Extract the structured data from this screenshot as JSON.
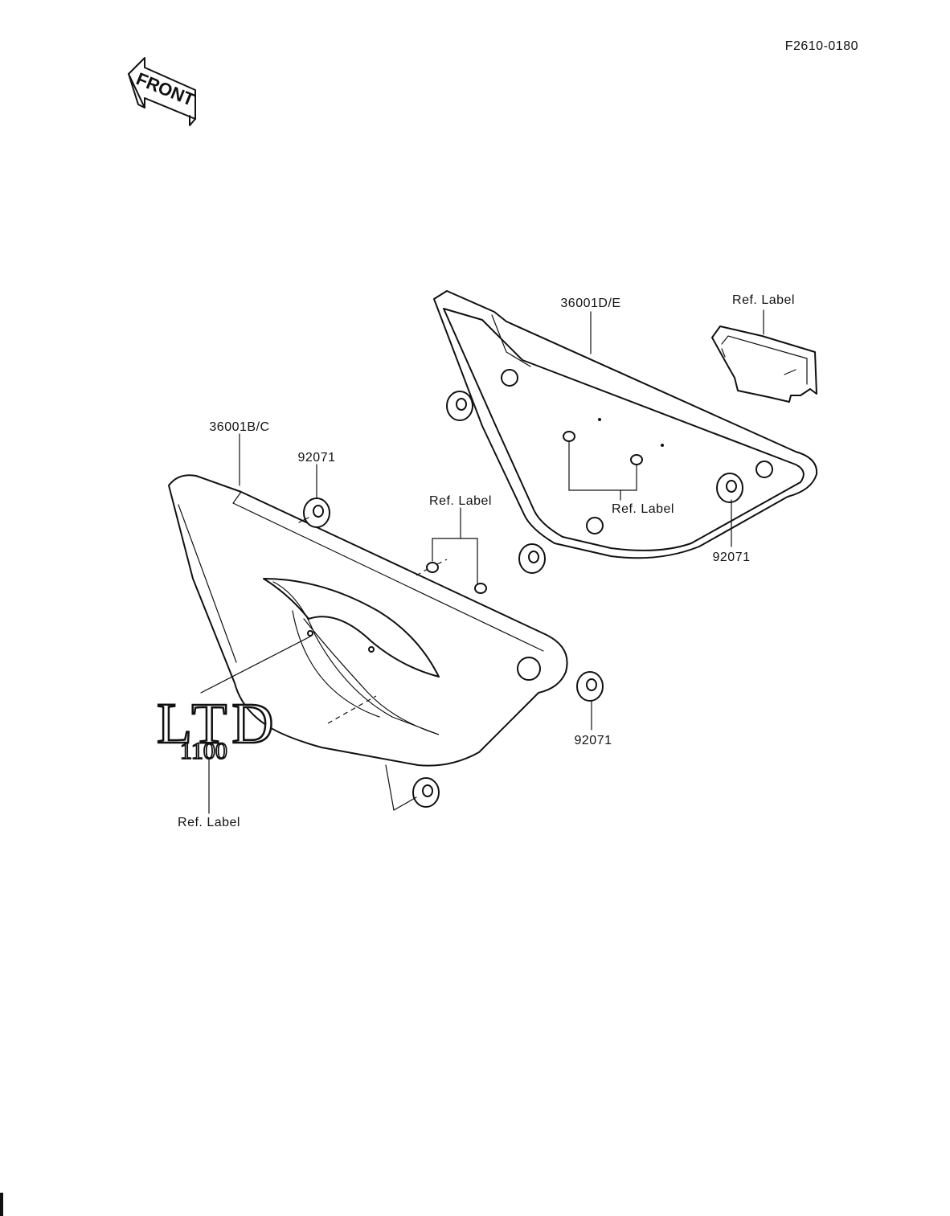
{
  "diagram_code": "F2610-0180",
  "front_arrow_text": "FRONT",
  "emblem": {
    "line1": "LTD",
    "line2": "1100"
  },
  "callouts": {
    "right_cover_part": "36001D/E",
    "left_cover_part": "36001B/C",
    "grommet_left_top": "92071",
    "grommet_right": "92071",
    "grommet_left_bottom": "92071",
    "ref_label_top_right": "Ref.  Label",
    "ref_label_right_cover": "Ref.  Label",
    "ref_label_left_cover": "Ref.  Label",
    "ref_label_emblem": "Ref.  Label"
  }
}
